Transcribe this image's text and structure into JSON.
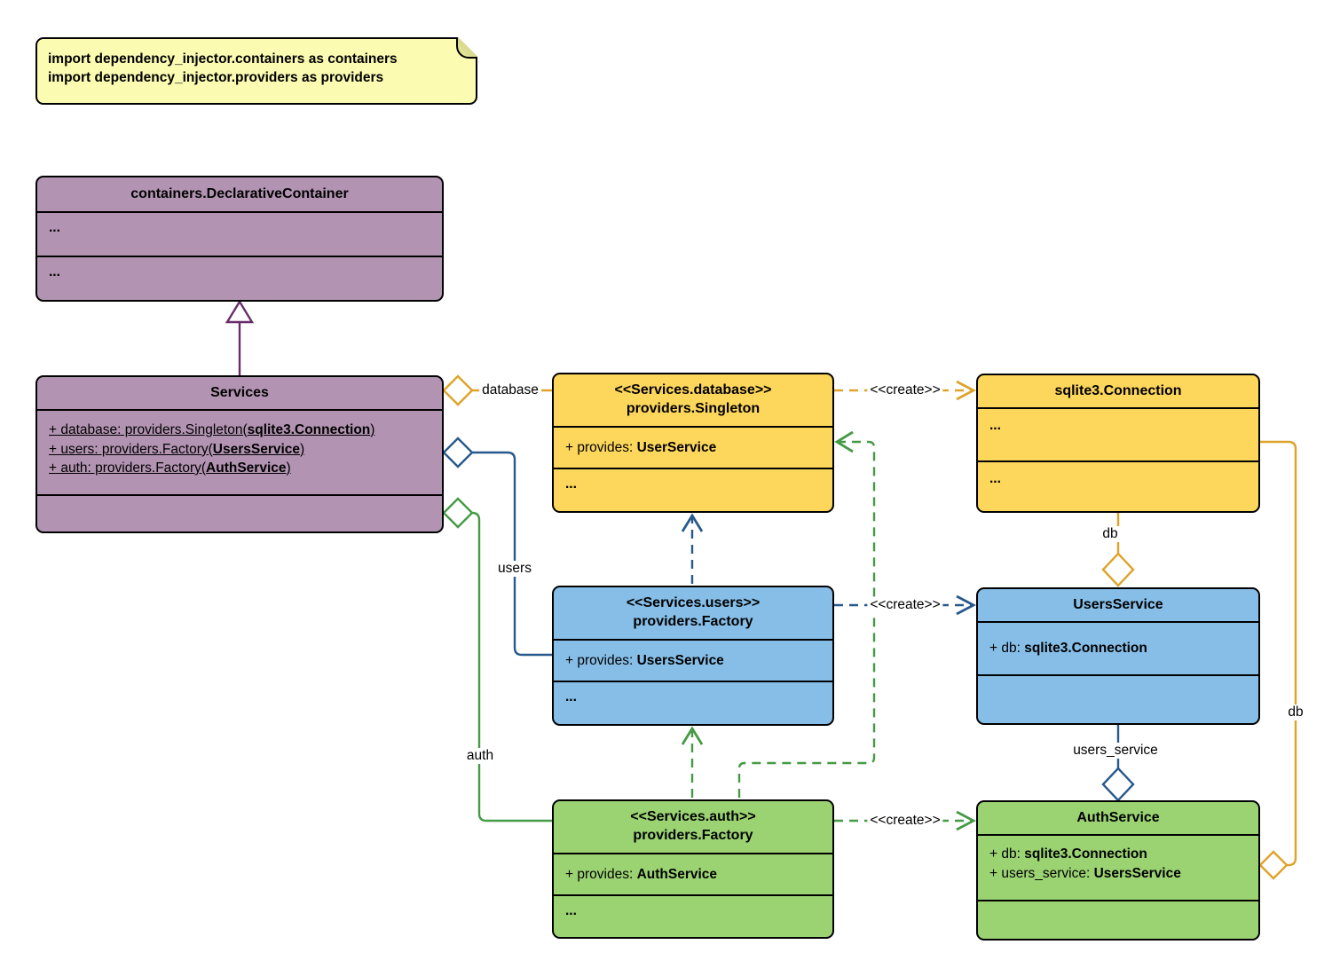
{
  "note": {
    "lines": [
      "import dependency_injector.containers as containers",
      "import dependency_injector.providers as providers"
    ]
  },
  "colors": {
    "purple_fill": "#b294b2",
    "yellow_fill": "#fdd65c",
    "blue_fill": "#86bee7",
    "green_fill": "#9bd373",
    "note_fill": "#fbfbb2",
    "gold_line": "#dfa32a",
    "blue_line": "#28598c",
    "green_line": "#459a45",
    "purple_line": "#682d68"
  },
  "classes": {
    "declarative_container": {
      "name": "containers.DeclarativeContainer",
      "compartment1": "...",
      "compartment2": "..."
    },
    "services": {
      "name": "Services",
      "attributes": [
        {
          "prefix": "+ database: providers.Singleton(",
          "bold": "sqlite3.Connection",
          "suffix": ")"
        },
        {
          "prefix": "+ users: providers.Factory(",
          "bold": "UsersService",
          "suffix": ")"
        },
        {
          "prefix": "+ auth: providers.Factory(",
          "bold": "AuthService",
          "suffix": ")"
        }
      ]
    },
    "database_provider": {
      "stereotype": "<<Services.database>>",
      "name": "providers.Singleton",
      "provides_prefix": "+ provides: ",
      "provides_bold": "UserService",
      "more": "..."
    },
    "sqlite_connection": {
      "name": "sqlite3.Connection",
      "compartment1": "...",
      "compartment2": "..."
    },
    "users_provider": {
      "stereotype": "<<Services.users>>",
      "name": "providers.Factory",
      "provides_prefix": "+ provides: ",
      "provides_bold": "UsersService",
      "more": "..."
    },
    "users_service": {
      "name": "UsersService",
      "attributes": [
        {
          "prefix": "+ db: ",
          "bold": "sqlite3.Connection",
          "suffix": ""
        }
      ]
    },
    "auth_provider": {
      "stereotype": "<<Services.auth>>",
      "name": "providers.Factory",
      "provides_prefix": "+ provides: ",
      "provides_bold": "AuthService",
      "more": "..."
    },
    "auth_service": {
      "name": "AuthService",
      "attributes": [
        {
          "prefix": "+ db: ",
          "bold": "sqlite3.Connection",
          "suffix": ""
        },
        {
          "prefix": "+ users_service: ",
          "bold": "UsersService",
          "suffix": ""
        }
      ]
    }
  },
  "edge_labels": {
    "database": "database",
    "users": "users",
    "auth": "auth",
    "create1": "<<create>>",
    "create2": "<<create>>",
    "create3": "<<create>>",
    "db_top": "db",
    "db_right": "db",
    "users_service": "users_service"
  }
}
